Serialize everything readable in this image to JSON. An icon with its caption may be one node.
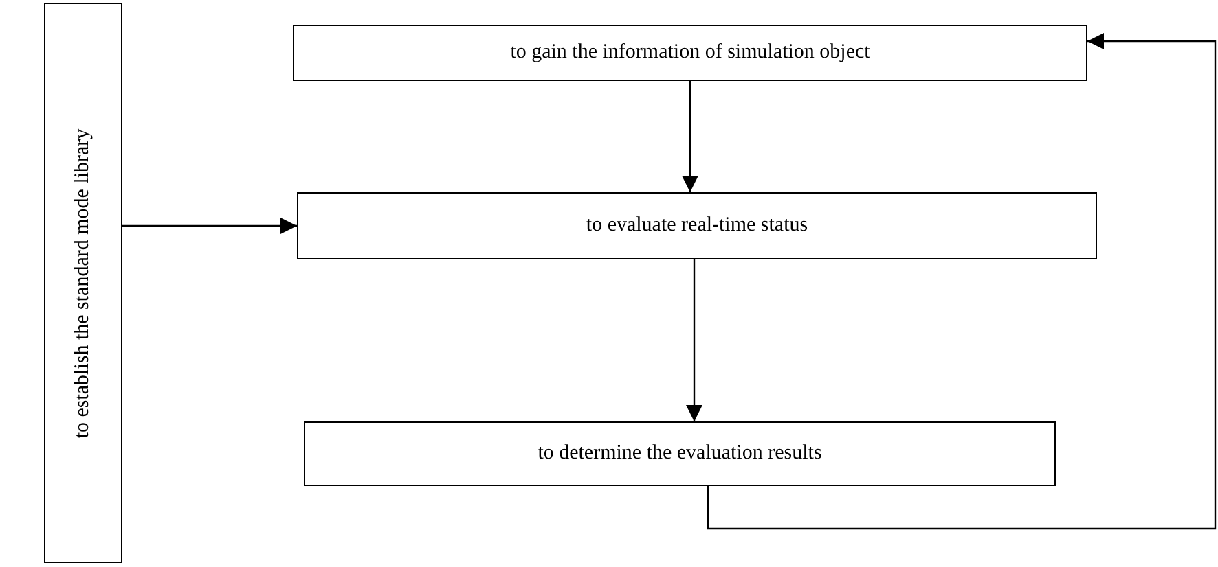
{
  "diagram": {
    "nodes": [
      {
        "text": [
          "to establish the standard mode library"
        ]
      },
      {
        "text": [
          "to gain the information of simulation object"
        ]
      },
      {
        "text": [
          "to evaluate real-time status"
        ]
      },
      {
        "text": [
          "to determine the evaluation results"
        ]
      }
    ],
    "edges": [
      {
        "from": 1,
        "to": 2,
        "arrow": "to"
      },
      {
        "from": 0,
        "to": 2,
        "arrow": "to"
      },
      {
        "from": 2,
        "to": 3,
        "arrow": "to"
      },
      {
        "from": 3,
        "to": 1,
        "arrow": "to"
      }
    ]
  }
}
